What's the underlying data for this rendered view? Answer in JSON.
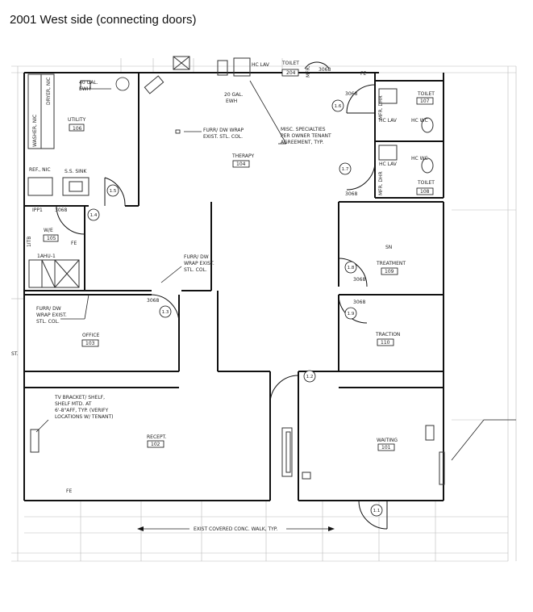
{
  "page_title": "2001 West side (connecting doors)",
  "rooms": {
    "hc_lav_top": "HC LAV",
    "toilet_top": "TOILET",
    "toilet_top_num": "204",
    "door_top": "3068",
    "fe_top": "FE",
    "mfr_top": "MFR.",
    "utility": "UTILITY",
    "utility_num": "106",
    "ewh_40": "40 GAL.",
    "ewh_40b": "EWH",
    "ewh_20": "20 GAL.",
    "ewh_20b": "EWH",
    "washer": "WASHER, NIC",
    "dryer": "DRYER, NIC",
    "ref": "REF., NIC",
    "ss_sink": "S.S. SINK",
    "furr_note_1a": "FURR/ DW WRAP",
    "furr_note_1b": "EXIST. STL. COL.",
    "misc_a": "MISC. SPECIALTIES",
    "misc_b": "PER OWNER TENANT",
    "misc_c": "AGREEMENT, TYP.",
    "therapy": "THERAPY",
    "therapy_num": "104",
    "toilet_107": "TOILET",
    "toilet_107_num": "107",
    "toilet_108": "TOILET",
    "toilet_108_num": "108",
    "hc_lav_107": "HC LAV",
    "hc_wc_107": "HC WC",
    "hc_lav_108": "HC LAV",
    "hc_wc_108": "HC WC",
    "mfr_107": "MFR. DHR",
    "mfr_108": "MFR. DHR",
    "ipp": "IPP1",
    "door_3068_a": "3068",
    "door_3068_b": "3068",
    "door_3068_c": "3068",
    "door_3068_d": "3068",
    "door_3068_e": "3068",
    "door_3068_f": "3068",
    "ewh_0": "EWH",
    "we_label": "W/E",
    "we_num": "105",
    "fe_mid": "FE",
    "ahu": "1AHU-1",
    "ittb": "1ITB",
    "sn": "SN",
    "treatment": "TREATMENT",
    "treatment_num": "109",
    "furr_note_2a": "FURR/ DW",
    "furr_note_2b": "WRAP EXIST.",
    "furr_note_2c": "STL. COL.",
    "furr_note_3a": "FURR/ DW",
    "furr_note_3b": "WRAP EXIST.",
    "furr_note_3c": "STL. COL.",
    "office": "OFFICE",
    "office_num": "103",
    "traction": "TRACTION",
    "traction_num": "110",
    "tv_a": "TV BRACKET/ SHELF,",
    "tv_b": "SHELF MTD. AT",
    "tv_c": "6'-8\"AFF, TYP. (VERIFY",
    "tv_d": "LOCATIONS W/ TENANT)",
    "recept": "RECEPT.",
    "recept_num": "102",
    "waiting": "WAITING",
    "waiting_num": "101",
    "fe_bottom": "FE",
    "walk": "EXIST COVERED CONC. WALK, TYP.",
    "st": "ST.",
    "door_tags": [
      "1.1",
      "1.2",
      "1.3",
      "1.4",
      "1.5",
      "1.6",
      "1.7",
      "1.8",
      "1.9"
    ]
  }
}
